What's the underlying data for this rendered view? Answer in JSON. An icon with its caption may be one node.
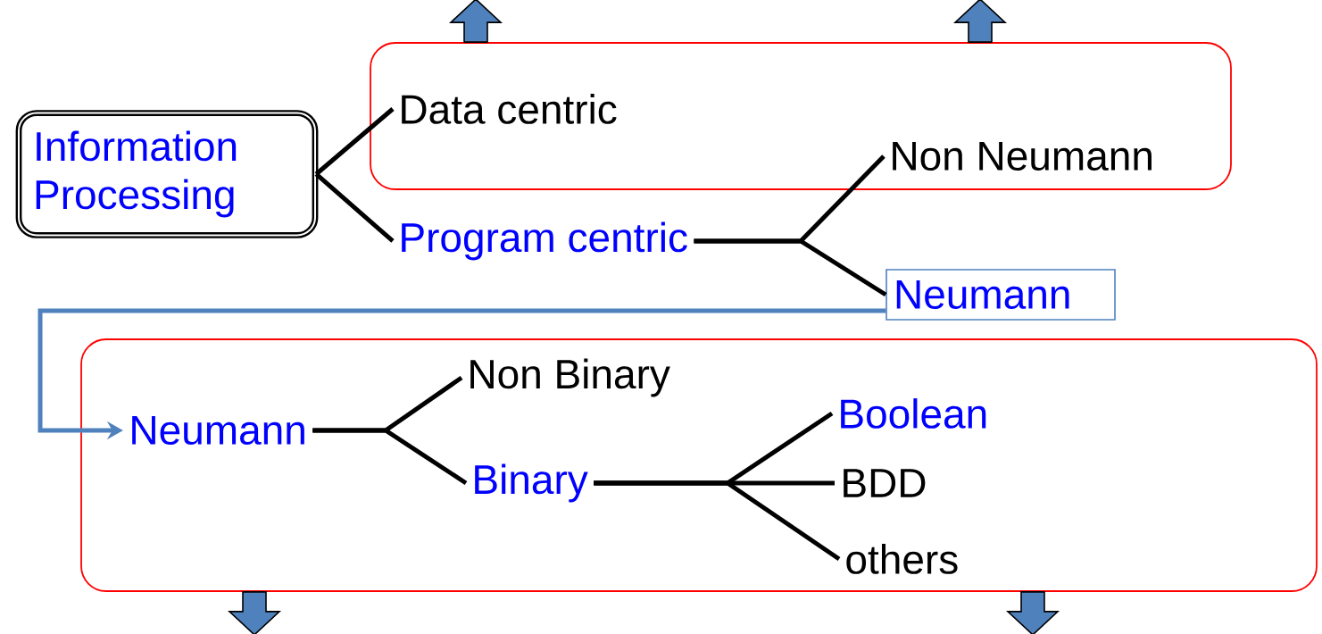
{
  "diagram": {
    "nodes": [
      {
        "text": [
          "Information Processing"
        ]
      },
      {
        "text": [],
        "shape": "box"
      },
      {
        "text": [
          "Data centric"
        ],
        "in": 1
      },
      {
        "text": [
          "Non Neumann"
        ],
        "in": 1
      },
      {
        "text": [
          "Program centric"
        ]
      },
      {
        "text": [
          "Neumann"
        ]
      },
      {
        "text": [],
        "shape": "box"
      },
      {
        "text": [
          "Neumann"
        ],
        "in": 6
      },
      {
        "text": [
          "Non Binary"
        ],
        "in": 6
      },
      {
        "text": [
          "Binary"
        ],
        "in": 6
      },
      {
        "text": [
          "Boolean"
        ],
        "in": 6
      },
      {
        "text": [
          "BDD"
        ],
        "in": 6
      },
      {
        "text": [
          "others"
        ],
        "in": 6
      }
    ],
    "edges": [
      {
        "from": 0,
        "to": 2,
        "arrow": "none"
      },
      {
        "from": 0,
        "to": 4,
        "arrow": "none"
      },
      {
        "from": 4,
        "to": 3,
        "arrow": "none"
      },
      {
        "from": 4,
        "to": 5,
        "arrow": "none"
      },
      {
        "from": 5,
        "to": 7,
        "arrow": "to",
        "color": "#4f81bd"
      },
      {
        "from": 7,
        "to": 8,
        "arrow": "none"
      },
      {
        "from": 7,
        "to": 9,
        "arrow": "none"
      },
      {
        "from": 9,
        "to": 10,
        "arrow": "none"
      },
      {
        "from": 9,
        "to": 11,
        "arrow": "none"
      },
      {
        "from": 9,
        "to": 12,
        "arrow": "none"
      },
      {
        "from": 1,
        "to": null,
        "arrow": "to",
        "color": "#4f81bd"
      },
      {
        "from": 1,
        "to": null,
        "arrow": "to",
        "color": "#4f81bd"
      },
      {
        "from": 6,
        "to": null,
        "arrow": "to",
        "color": "#4f81bd"
      },
      {
        "from": 6,
        "to": null,
        "arrow": "to",
        "color": "#4f81bd"
      }
    ]
  }
}
